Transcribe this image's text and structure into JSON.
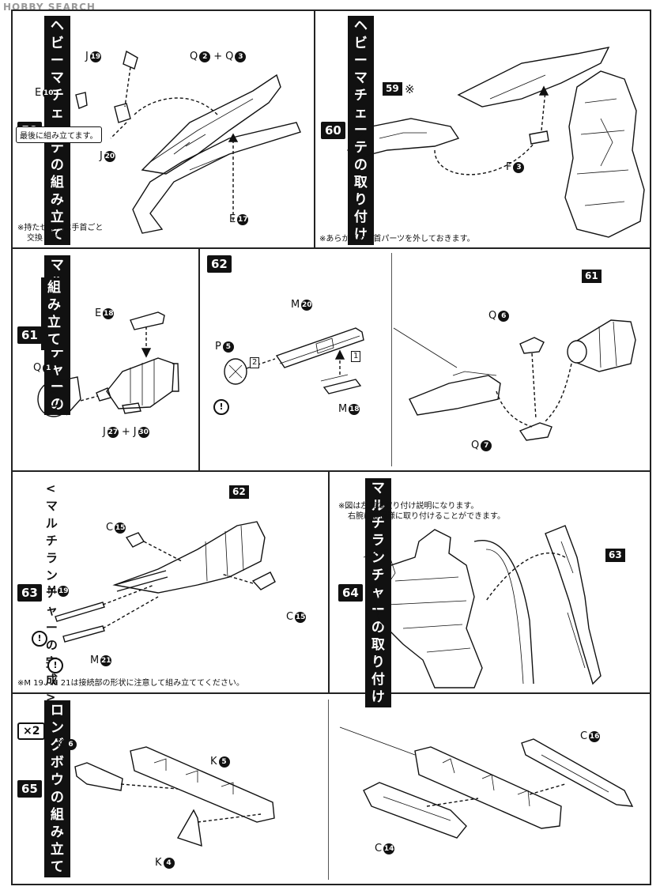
{
  "watermark": "HOBBY SEARCH",
  "steps": {
    "s59": {
      "num": "59",
      "title": "ヘビーマチェーテの組み立て",
      "labels": {
        "j19": "J",
        "j19_n": "19",
        "e10": "E",
        "e10_n": "10",
        "q2q3": "Q",
        "q2_n": "2",
        "plus": "+",
        "q3": "Q",
        "q3_n": "3",
        "j20": "J",
        "j20_n": "20",
        "e17": "E",
        "e17_n": "17"
      },
      "callout": "最後に組み立てます。",
      "note_line1": "※持たせる時は手首ごと",
      "note_line2": "交換します。"
    },
    "s60": {
      "num": "60",
      "title": "ヘビーマチェーテの取り付け",
      "ref_badge": "59",
      "ref_mark": "※",
      "labels": {
        "f3": "F",
        "f3_n": "3"
      },
      "note": "※あらかじめ手首パーツを外しておきます。"
    },
    "s61": {
      "num": "61",
      "title_line1": "マルチランチャーの",
      "title_line2": "組み立て",
      "labels": {
        "e18": "E",
        "e18_n": "18",
        "q1": "Q",
        "q1_n": "1",
        "j27": "J",
        "j27_n": "27",
        "plus": "+",
        "j30": "J",
        "j30_n": "30"
      }
    },
    "s62": {
      "num": "62",
      "labels": {
        "m20": "M",
        "m20_n": "20",
        "p5": "P",
        "p5_n": "5",
        "m18": "M",
        "m18_n": "18",
        "order1": "1",
        "order2": "2",
        "q6": "Q",
        "q6_n": "6",
        "q7": "Q",
        "q7_n": "7",
        "ref61": "61"
      },
      "warn": "!"
    },
    "s63": {
      "num": "63",
      "title": "<マルチランチャーの完成>",
      "ref_badge": "62",
      "labels": {
        "c15a": "C",
        "c15a_n": "15",
        "c15b": "C",
        "c15b_n": "15",
        "m19": "M",
        "m19_n": "19",
        "m21": "M",
        "m21_n": "21"
      },
      "warn": "!",
      "note": "※M 19、M 21は接続部の形状に注意して組み立ててください。"
    },
    "s64": {
      "num": "64",
      "title": "マルチランチャーの取り付け",
      "note_line1": "※図は左腕の取り付け説明になります。",
      "note_line2": "右腕にも同様に取り付けることができます。",
      "ref_badge": "63"
    },
    "s65": {
      "num": "65",
      "title": "ロングボウの組み立て",
      "qty": "×2",
      "labels": {
        "k6": "K",
        "k6_n": "6",
        "k5": "K",
        "k5_n": "5",
        "k4": "K",
        "k4_n": "4",
        "c16": "C",
        "c16_n": "16",
        "c14": "C",
        "c14_n": "14"
      }
    }
  }
}
